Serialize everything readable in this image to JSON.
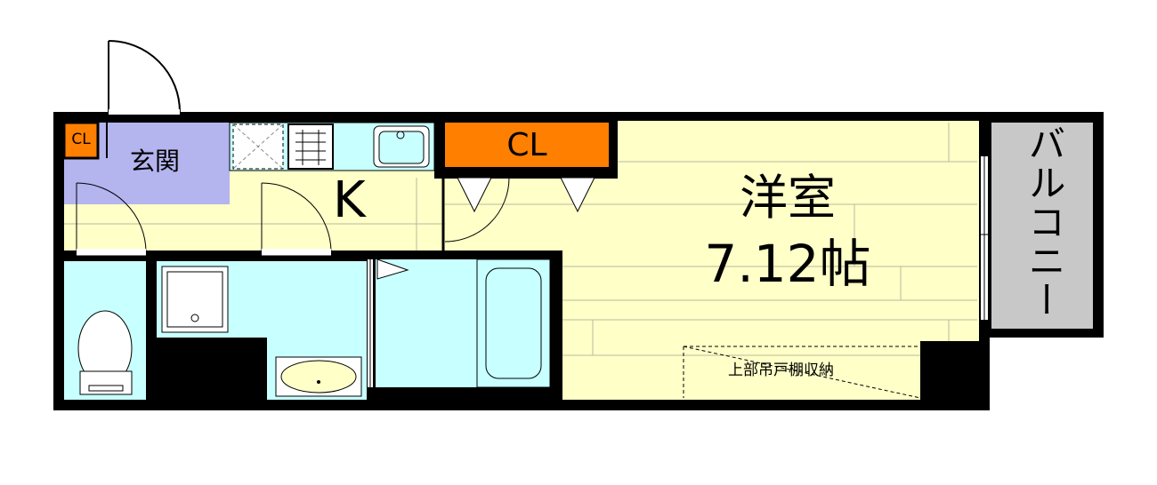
{
  "labels": {
    "entrance": "玄関",
    "entrance_closet": "CL",
    "kitchen": "K",
    "closet": "CL",
    "room_name": "洋室",
    "room_size": "7.12帖",
    "storage": "上部吊戸棚収納",
    "balcony": "バルコニー"
  },
  "colors": {
    "wall": "#000000",
    "entrance_floor": "#b4b4ef",
    "closet": "#ff7f00",
    "room_floor": "#ffffc8",
    "wet_area": "#c8ffff",
    "balcony": "#c8c8c8"
  }
}
